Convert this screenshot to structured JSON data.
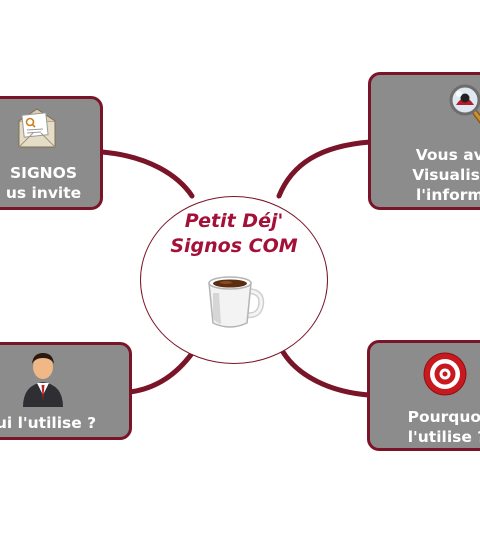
{
  "colors": {
    "node_fill": "#8c8c8c",
    "node_border": "#7a1428",
    "node_text": "#ffffff",
    "link": "#7a1428",
    "center_title": "#a41138"
  },
  "center": {
    "title_line1": "Petit Déj'",
    "title_line2": "Signos COM",
    "icon": "coffee-cup-icon"
  },
  "nodes": {
    "signos": {
      "line1": "SIGNOS",
      "line2": "us invite",
      "icon": "invitation-envelope-icon"
    },
    "vous": {
      "line1": "Vous ave",
      "line2": "Visualisat",
      "line3": "l'informa",
      "icon": "magnifying-glass-icon"
    },
    "qui": {
      "line1": "ui l'utilise ?",
      "icon": "businessman-icon"
    },
    "pourquoi": {
      "line1": "Pourquoi",
      "line2": "l'utilise ?",
      "icon": "target-icon"
    }
  }
}
